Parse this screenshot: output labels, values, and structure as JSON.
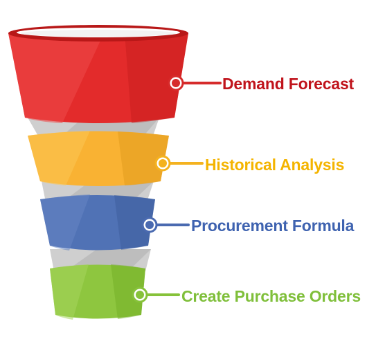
{
  "funnel": {
    "stages": [
      {
        "label": "Demand Forecast",
        "color": "#e32b2b",
        "dark": "#c41d1d",
        "light": "#ee4a4a",
        "text_color": "#c0131b"
      },
      {
        "label": "Historical Analysis",
        "color": "#f9b233",
        "dark": "#e09a1c",
        "light": "#fcc653",
        "text_color": "#f4b400"
      },
      {
        "label": "Procurement Formula",
        "color": "#5072b5",
        "dark": "#3c5c9c",
        "light": "#6685c2",
        "text_color": "#3f63b0"
      },
      {
        "label": "Create Purchase Orders",
        "color": "#8ec63f",
        "dark": "#72ad26",
        "light": "#a5d65c",
        "text_color": "#7fbf3a"
      }
    ],
    "connector_color": "#c9c9c9"
  }
}
